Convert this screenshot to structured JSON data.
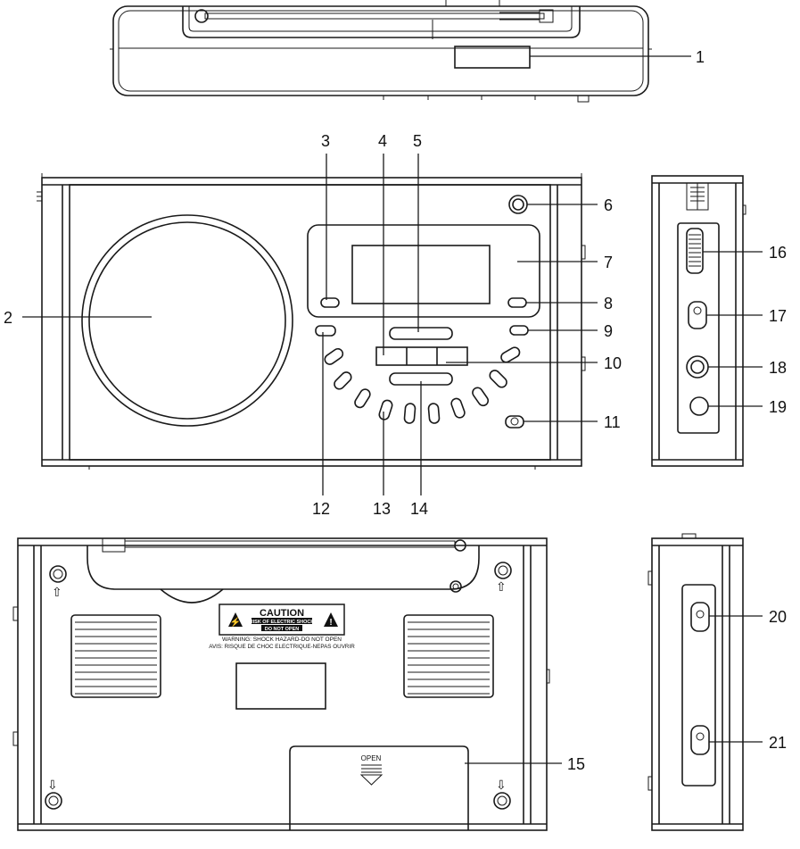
{
  "callouts": {
    "c1": "1",
    "c2": "2",
    "c3": "3",
    "c4": "4",
    "c5": "5",
    "c6": "6",
    "c7": "7",
    "c8": "8",
    "c9": "9",
    "c10": "10",
    "c11": "11",
    "c12": "12",
    "c13": "13",
    "c14": "14",
    "c15": "15",
    "c16": "16",
    "c17": "17",
    "c18": "18",
    "c19": "19",
    "c20": "20",
    "c21": "21"
  },
  "caution_label": {
    "title": "CAUTION",
    "line1": "RISK OF ELECTRIC SHOCK",
    "line2": "DO NOT OPEN",
    "line3": "WARNING: SHOCK HAZARD-DO NOT OPEN",
    "line4": "AVIS: RISQUE DE CHOC ELECTRIQUE-NEPAS OUVRIR"
  },
  "battery_door": {
    "label": "OPEN"
  },
  "icons": {
    "arrow_up": "⇧",
    "arrow_down": "⇩"
  }
}
